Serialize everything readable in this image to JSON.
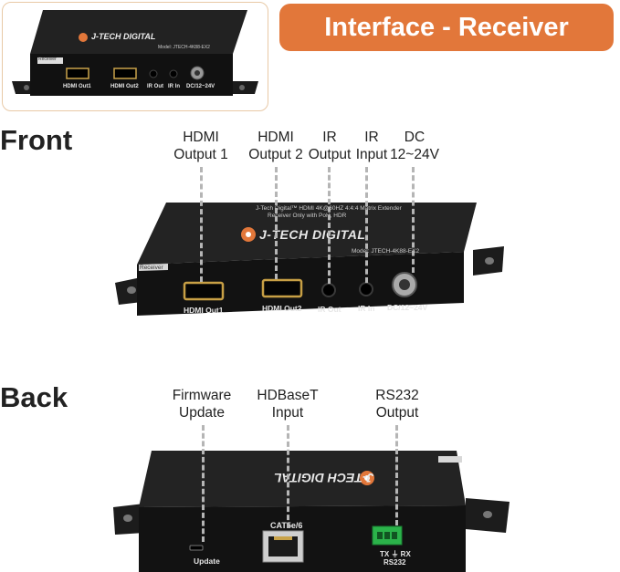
{
  "banner": {
    "title": "Interface - Receiver"
  },
  "front": {
    "heading": "Front",
    "labels": {
      "hdmi_output_1": "HDMI\nOutput 1",
      "hdmi_output_2": "HDMI\nOutput 2",
      "ir_output": "IR\nOutput",
      "ir_input": "IR\nInput",
      "dc": "DC\n12~24V"
    },
    "device": {
      "brand": "J-TECH DIGITAL",
      "desc_line1": "J-Tech Digital™ HDMI 4K@60HZ 4:4:4 Matrix Extender",
      "desc_line2": "Receiver Only with PoH, HDR",
      "model": "Model: JTECH-4K88-EX2",
      "tag": "Receiver",
      "ports": {
        "hdmi_out1": "HDMI Out1",
        "hdmi_out2": "HDMI Out2",
        "ir_out": "IR Out",
        "ir_in": "IR In",
        "dc": "DC/12~24V"
      }
    }
  },
  "thumbnail": {
    "brand": "J-TECH DIGITAL",
    "model": "Model: JTECH-4K88-EX2",
    "tag": "Receiver",
    "ports": {
      "hdmi_out1": "HDMI Out1",
      "hdmi_out2": "HDMI Out2",
      "ir_out": "IR Out",
      "ir_in": "IR In",
      "dc": "DC/12~24V"
    }
  },
  "back": {
    "heading": "Back",
    "labels": {
      "firmware": "Firmware\nUpdate",
      "hdbaset": "HDBaseT\nInput",
      "rs232": "RS232\nOutput"
    },
    "device": {
      "brand": "J-TECH DIGITAL",
      "ports": {
        "update": "Update",
        "cat": "CAT5e/6",
        "txrx": "TX ⏚ RX",
        "rs232": "RS232"
      }
    }
  },
  "colors": {
    "accent": "#e2773a",
    "device_body": "#151515",
    "terminal": "#2bb34a"
  }
}
